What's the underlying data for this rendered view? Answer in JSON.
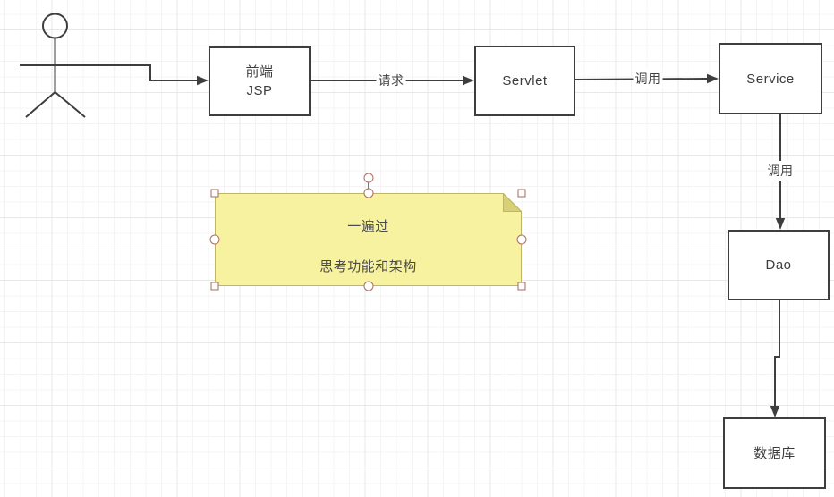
{
  "app": {
    "type": "diagram-editor-canvas"
  },
  "nodes": {
    "jsp": {
      "line1": "前端",
      "line2": "JSP"
    },
    "servlet": {
      "label": "Servlet"
    },
    "service": {
      "label": "Service"
    },
    "dao": {
      "label": "Dao"
    },
    "database": {
      "label": "数据库"
    }
  },
  "edges": {
    "request_label": "请求",
    "call_service_label": "调用",
    "call_dao_label": "调用"
  },
  "note": {
    "title": "一遍过",
    "body": "思考功能和架构",
    "fill": "#f7f2a0",
    "fold": "#d8d077",
    "border": "#bfb567",
    "selected": true
  },
  "colors": {
    "stroke": "#3e3e3e",
    "grid_minor": "#f4f4f4",
    "grid_major": "#e8e8e8",
    "handle_border": "#a4695e",
    "text": "#3c3c3c"
  }
}
